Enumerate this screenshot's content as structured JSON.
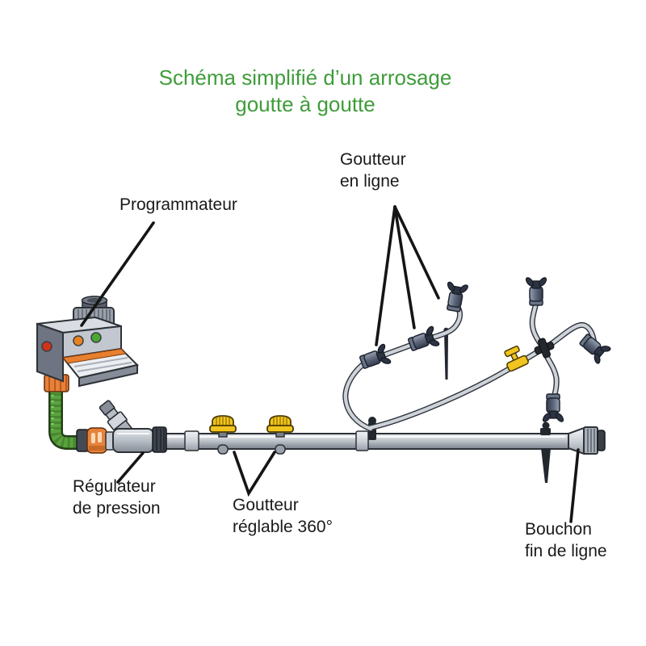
{
  "title": {
    "line1": "Schéma simplifié d’un arrosage",
    "line2": "goutte à goutte"
  },
  "labels": {
    "programmer": "Programmateur",
    "inline_dripper": {
      "line1": "Goutteur",
      "line2": "en ligne"
    },
    "pressure_regulator": {
      "line1": "Régulateur",
      "line2": "de pression"
    },
    "adjustable_dripper": {
      "line1": "Goutteur",
      "line2": "réglable 360°"
    },
    "end_cap": {
      "line1": "Bouchon",
      "line2": "fin de ligne"
    }
  },
  "colors": {
    "title_green": "#3f9c3a",
    "label_black": "#1a1a1a",
    "hose_green": "#5aa43e",
    "connector_orange": "#e8813a",
    "dripper_yellow": "#f2c41f",
    "pipe_gray": "#b8bec6",
    "fitting_dark": "#23272e"
  }
}
